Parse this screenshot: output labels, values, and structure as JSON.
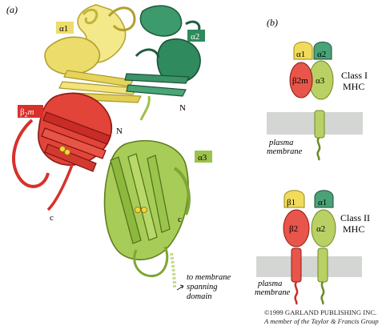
{
  "panels": {
    "a": "(a)",
    "b": "(b)"
  },
  "ribbon": {
    "alpha1": "α1",
    "alpha2": "α2",
    "alpha3": "α3",
    "beta2m_main": "β",
    "beta2m_sub": "2",
    "beta2m_m": "m",
    "n_term_alpha": "N",
    "n_term_beta": "N",
    "c_term_beta": "c",
    "c_term_alpha": "c",
    "tail_note_1": "to membrane",
    "tail_note_2": "spanning",
    "tail_note_3": "domain"
  },
  "class1": {
    "alpha1": "α1",
    "alpha2": "α2",
    "alpha3": "α3",
    "beta2m": "β2m",
    "label_1": "Class I",
    "label_2": "MHC",
    "membrane_1": "plasma",
    "membrane_2": "membrane"
  },
  "class2": {
    "beta1": "β1",
    "alpha1": "α1",
    "beta2": "β2",
    "alpha2": "α2",
    "label_1": "Class II",
    "label_2": "MHC",
    "membrane_1": "plasma",
    "membrane_2": "membrane"
  },
  "copyright": {
    "line1": "©1999 GARLAND PUBLISHING INC.",
    "line2": "A member of the Taylor & Francis Group"
  },
  "colors": {
    "alpha1": "#e8d85a",
    "alpha2": "#2f8a5e",
    "alpha3": "#9cc24a",
    "beta2m": "#d8302b",
    "membrane": "#d4d6d4"
  }
}
